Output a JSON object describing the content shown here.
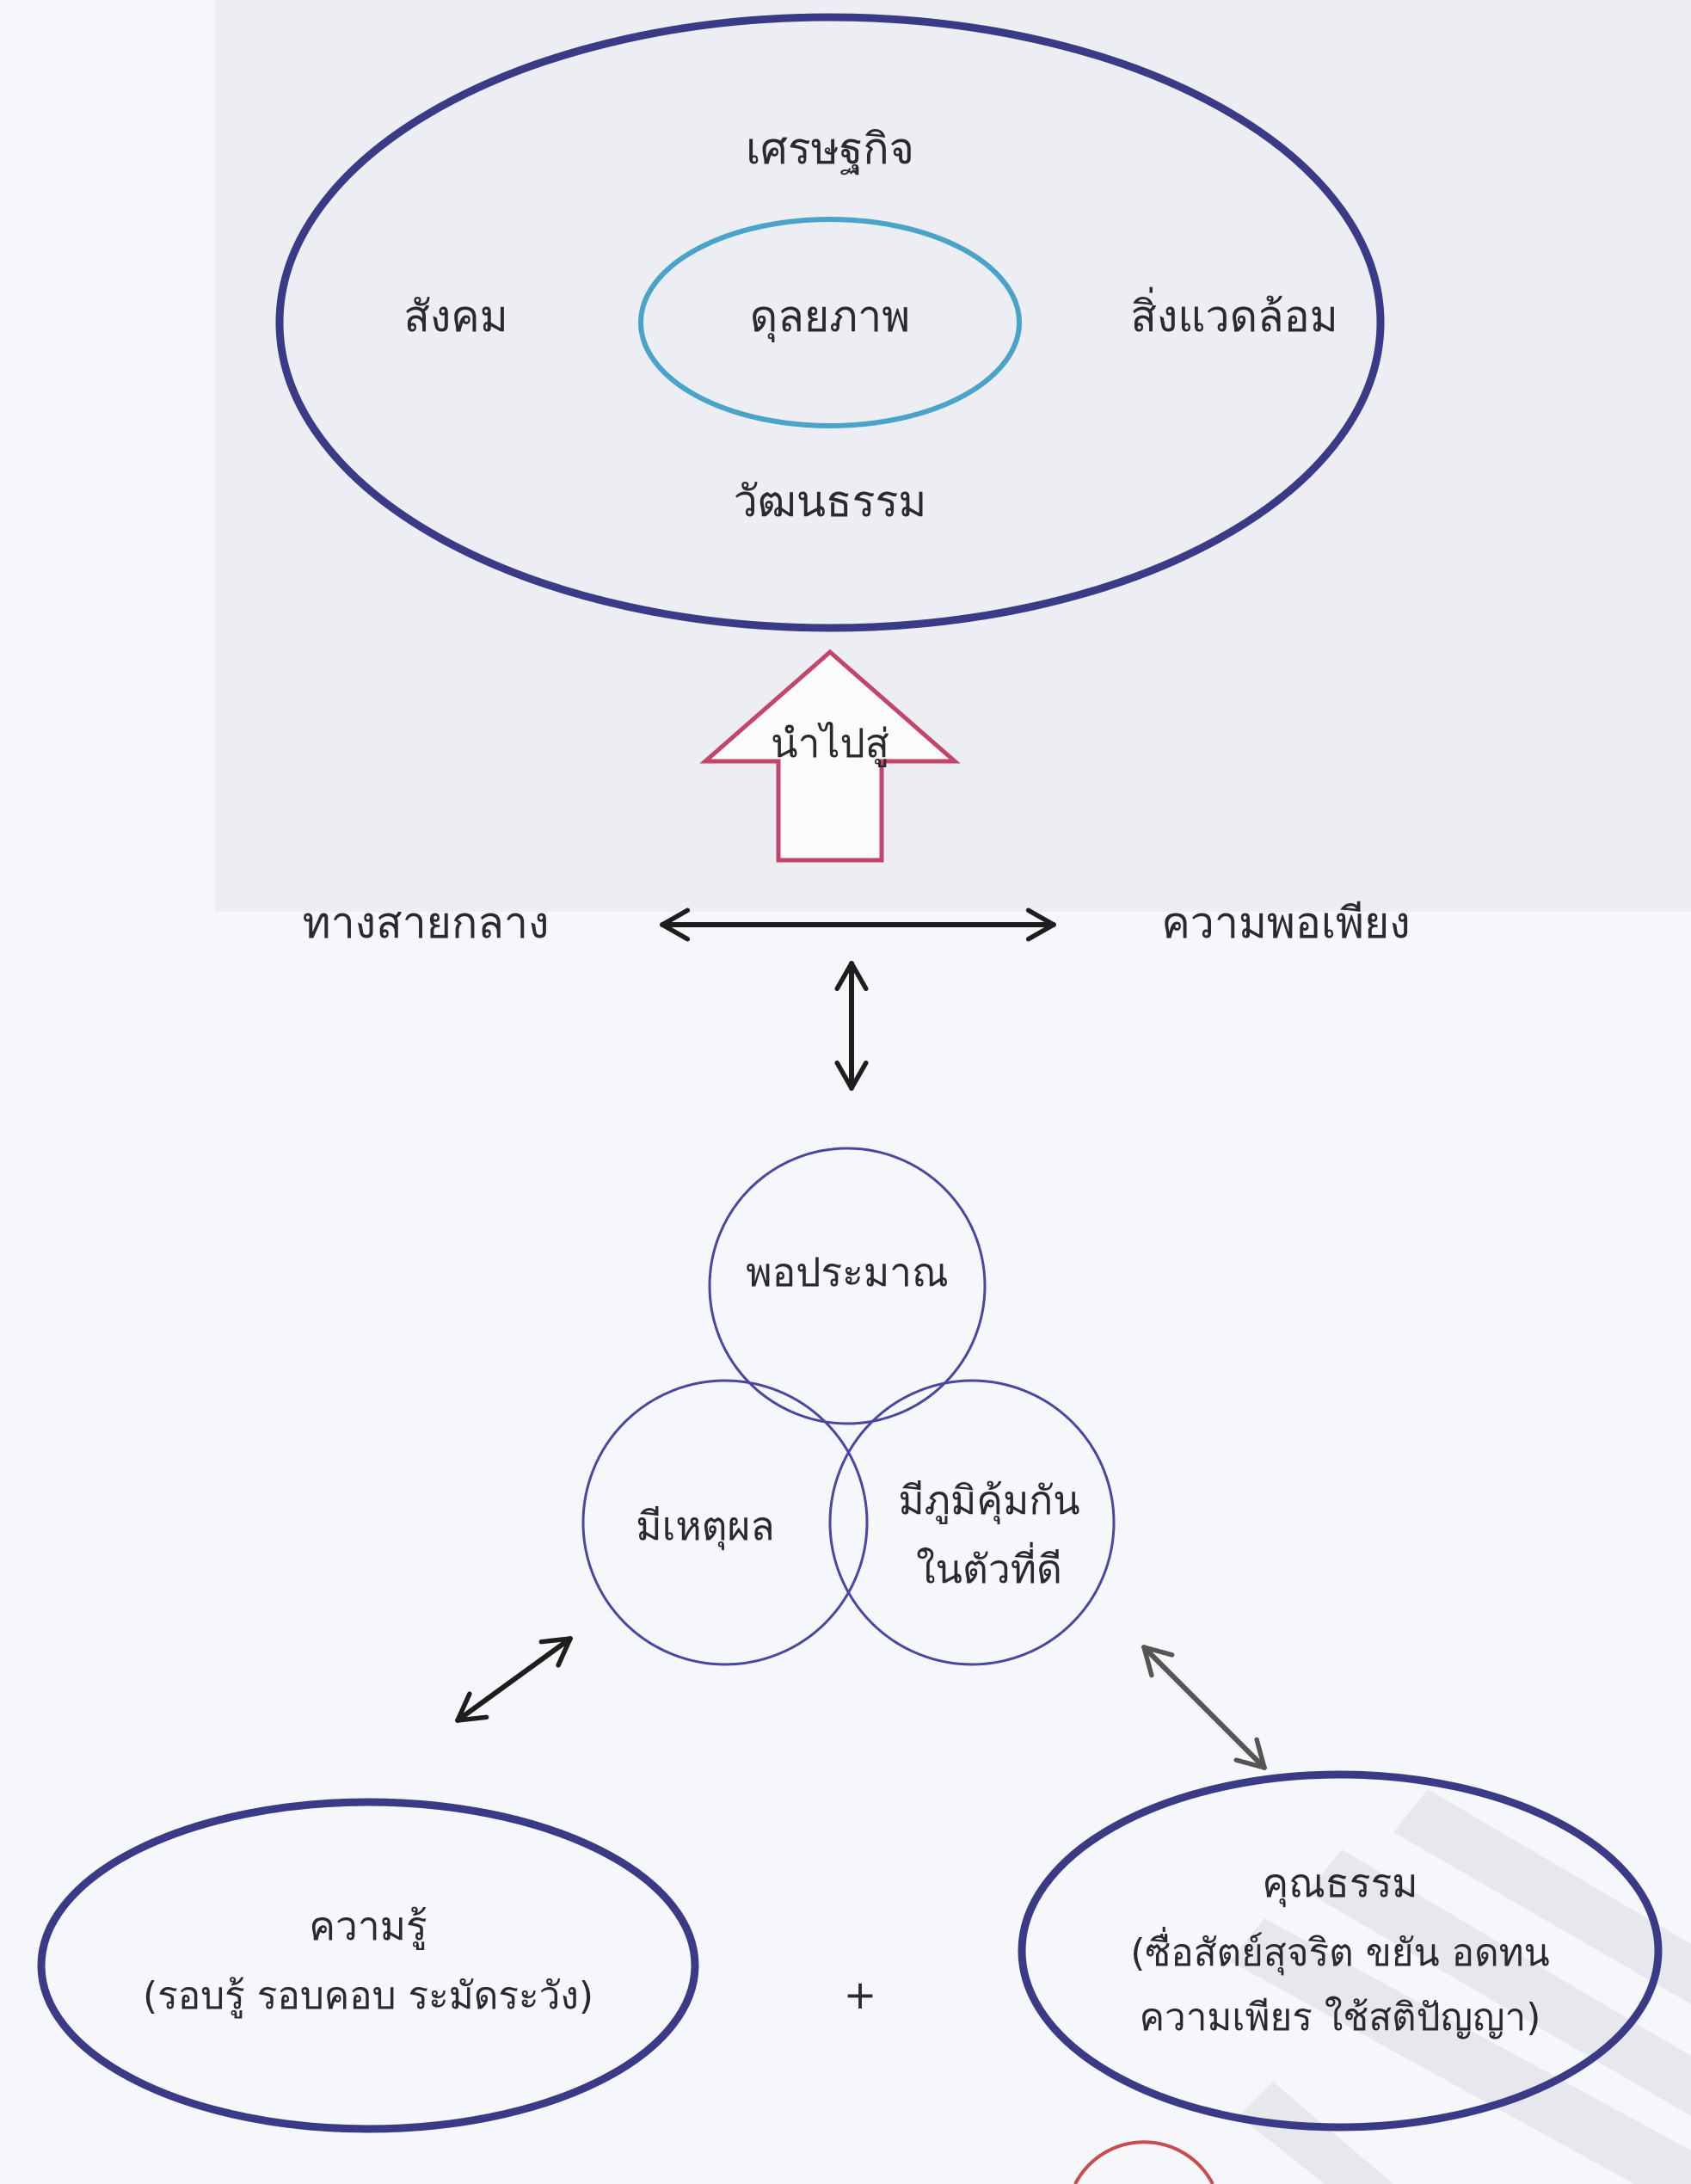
{
  "top_circle": {
    "top": "เศรษฐกิจ",
    "left": "สังคม",
    "center": "ดุลยภาพ",
    "right": "สิ่งแวดล้อม",
    "bottom": "วัฒนธรรม"
  },
  "up_arrow_label": "นำไปสู่",
  "middle": {
    "left": "ทางสายกลาง",
    "right": "ความพอเพียง"
  },
  "venn": {
    "top": "พอประมาณ",
    "left": "มีเหตุผล",
    "right_line1": "มีภูมิคุ้มกัน",
    "right_line2": "ในตัวที่ดี"
  },
  "knowledge": {
    "title": "ความรู้",
    "detail": "(รอบรู้ รอบคอบ ระมัดระวัง)"
  },
  "plus": "+",
  "morality": {
    "title": "คุณธรรม",
    "detail_line1": "(ซื่อสัตย์สุจริต ขยัน อดทน",
    "detail_line2": "ความเพียร ใช้สติปัญญา)"
  },
  "colors": {
    "outer_ellipse": "#3b3a86",
    "inner_ellipse": "#4aa3c8",
    "up_arrow": "#c2456a",
    "venn_circles": "#4a47a0",
    "arrows": "#1e1e1e",
    "background": "#f6f7fb",
    "text": "#2a2a2e"
  }
}
